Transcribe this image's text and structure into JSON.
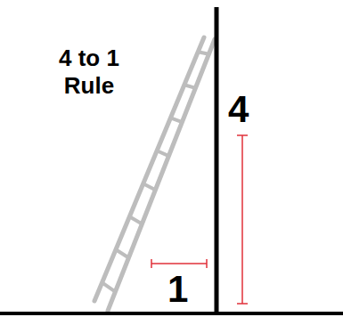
{
  "diagram": {
    "title": "4 to 1 Rule",
    "labels": [
      "4",
      "1"
    ]
  }
}
